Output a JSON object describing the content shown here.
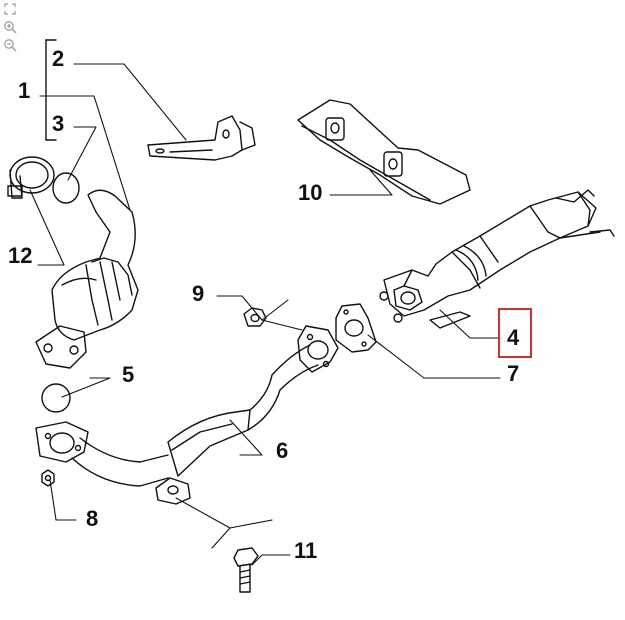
{
  "toolbar": {
    "icons": [
      "fit-page-icon",
      "zoom-in-icon",
      "zoom-out-icon"
    ]
  },
  "labels": {
    "p1": "1",
    "p2": "2",
    "p3": "3",
    "p4": "4",
    "p5": "5",
    "p6": "6",
    "p7": "7",
    "p8": "8",
    "p9": "9",
    "p10": "10",
    "p11": "11",
    "p12": "12"
  },
  "highlight": {
    "part": "4",
    "color": "#d62d2d"
  }
}
